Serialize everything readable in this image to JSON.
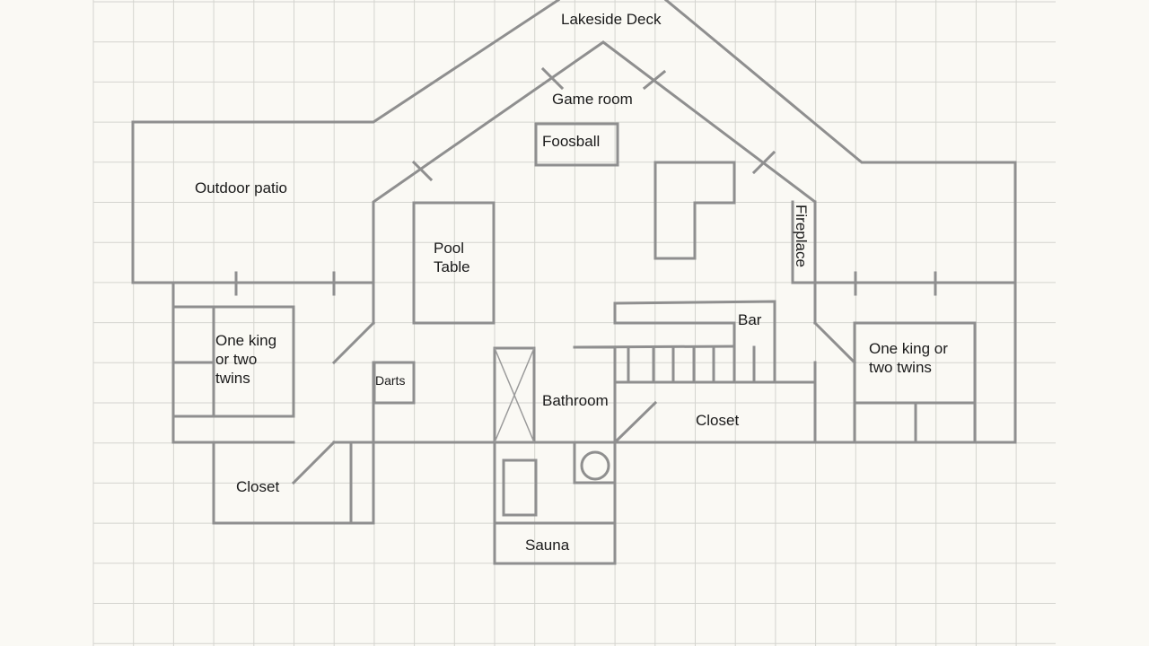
{
  "colors": {
    "background": "#faf9f4",
    "grid": "#d4d4cf",
    "wall": "#8f8f8f",
    "text": "#1a1a1a"
  },
  "labels": {
    "lakeside_deck": "Lakeside Deck",
    "game_room": "Game room",
    "foosball": "Foosball",
    "outdoor_patio": "Outdoor patio",
    "pool_table_line1": "Pool",
    "pool_table_line2": "Table",
    "fireplace": "Fireplace",
    "bar": "Bar",
    "left_bedroom_line1": "One king",
    "left_bedroom_line2": "or two",
    "left_bedroom_line3": "twins",
    "right_bedroom_line1": "One king or",
    "right_bedroom_line2": "two twins",
    "darts": "Darts",
    "bathroom": "Bathroom",
    "closet_right": "Closet",
    "closet_left": "Closet",
    "sauna": "Sauna"
  }
}
